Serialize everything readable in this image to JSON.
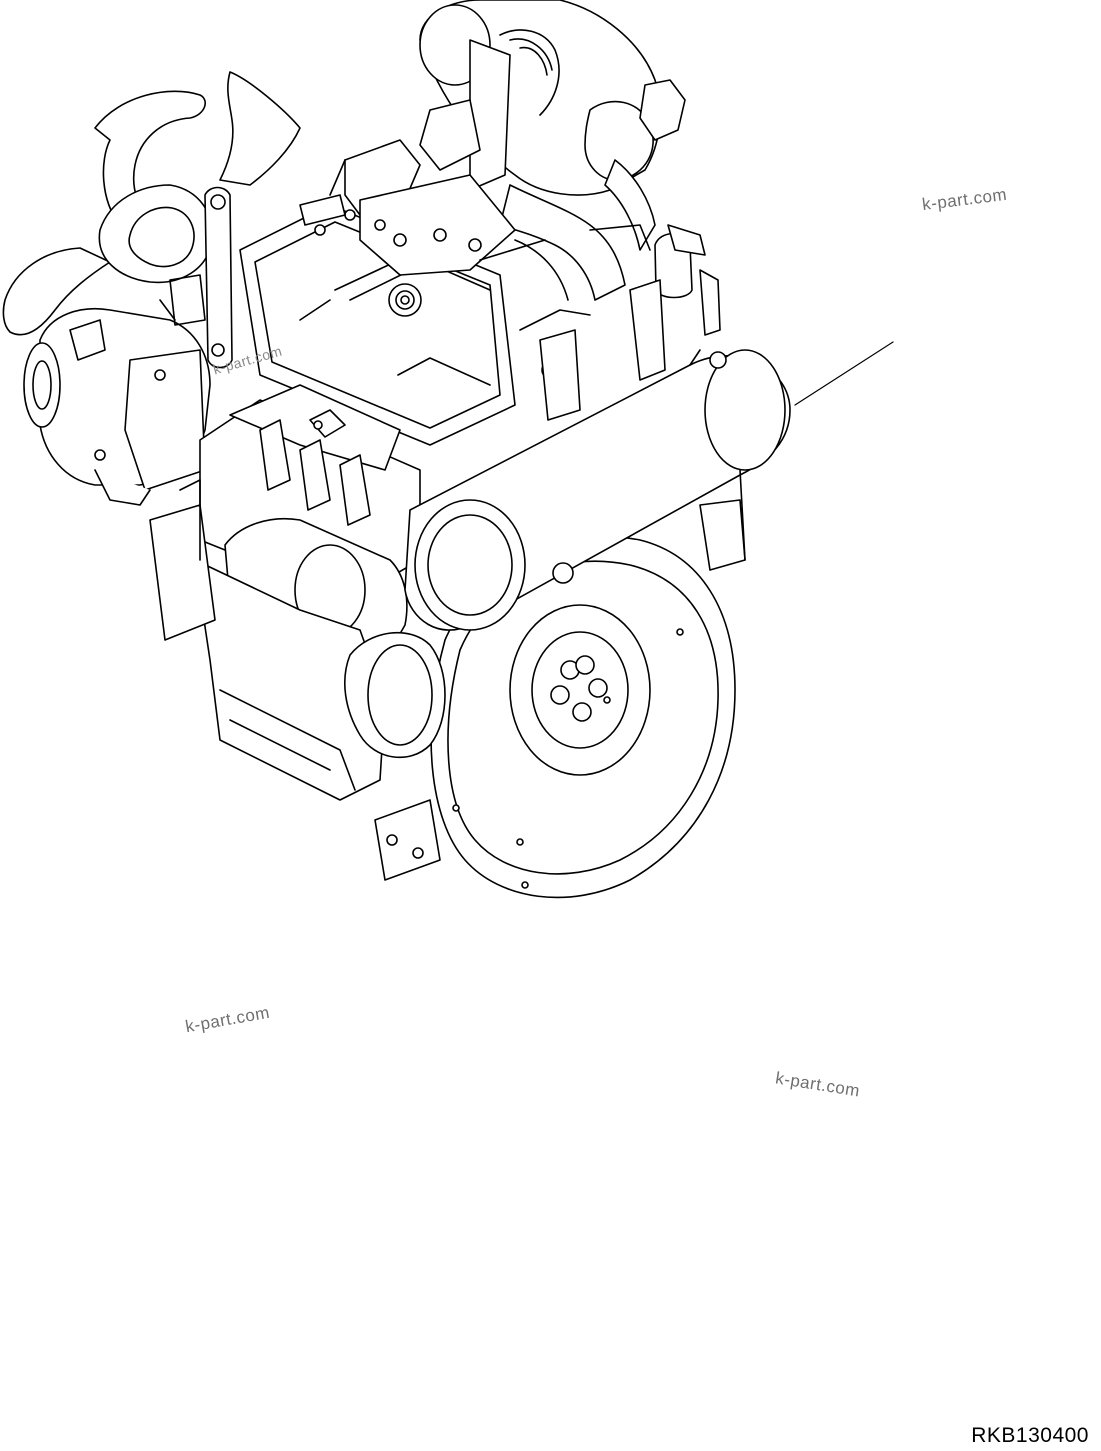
{
  "watermarks": {
    "top_right": "k-part.com",
    "engine_center": "k-part.com",
    "lower_left": "k-part.com",
    "lower_right": "k-part.com"
  },
  "drawing_code": "RKB130400",
  "icons": [
    "engine-assembly-illustration",
    "leader-line"
  ],
  "colors": {
    "line": "#000000",
    "background": "#ffffff",
    "watermark": "#6f6f6f"
  }
}
